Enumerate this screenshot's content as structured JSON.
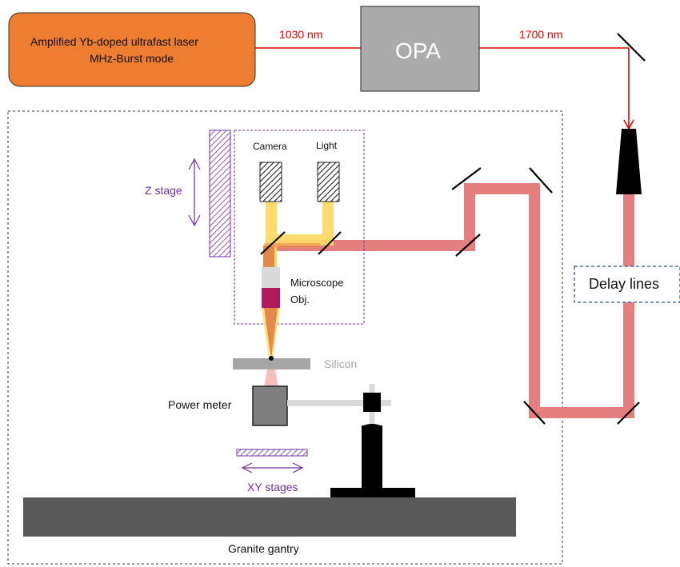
{
  "laser": {
    "line1": "Amplified Yb-doped ultrafast laser",
    "line2": "MHz-Burst mode",
    "color": "#ED7D31"
  },
  "wavelengths": {
    "pump": "1030 nm",
    "signal": "1700 nm",
    "color": "#E00000"
  },
  "opa": {
    "label": "OPA"
  },
  "delay": {
    "label": "Delay lines"
  },
  "labels": {
    "camera": "Camera",
    "light": "Light",
    "z_stage": "Z stage",
    "microscope_line1": "Microscope",
    "microscope_line2": "Obj.",
    "silicon": "Silicon",
    "power_meter": "Power meter",
    "xy_stages": "XY stages",
    "granite": "Granite gantry"
  },
  "colors": {
    "beam": "#E57F7F",
    "illumination": "#FFD966",
    "stage_purple": "#7030A0",
    "objective_tip": "#B0195C",
    "opa_fill": "#ABABAB",
    "granite": "#595959"
  }
}
